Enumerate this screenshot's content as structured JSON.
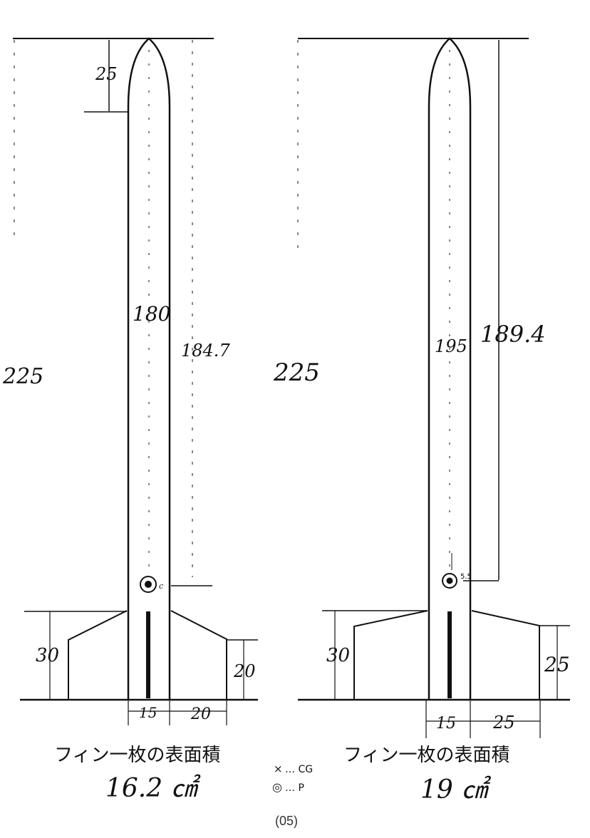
{
  "left_rocket": {
    "dimensions": {
      "nose": "25",
      "total": "225",
      "body": "180",
      "cp_distance": "184.7",
      "fin_root": "30",
      "fin_tip": "20",
      "body_width": "15",
      "fin_span": "20"
    },
    "cp_note": "c",
    "caption_line1": "フィン一枚の表面積",
    "caption_line2": "16.2 ㎠"
  },
  "right_rocket": {
    "dimensions": {
      "total": "225",
      "body": "195",
      "cp_distance": "189.4",
      "cp_offset": "5.5",
      "fin_root": "30",
      "fin_tip": "25",
      "body_width": "15",
      "fin_span": "25"
    },
    "caption_line1": "フィン一枚の表面積",
    "caption_line2": "19 ㎠"
  },
  "legend": {
    "cg_symbol": "×",
    "cg_text": "… CG",
    "cp_symbol": "◎",
    "cp_text": "… P"
  },
  "page_number": "(05)"
}
